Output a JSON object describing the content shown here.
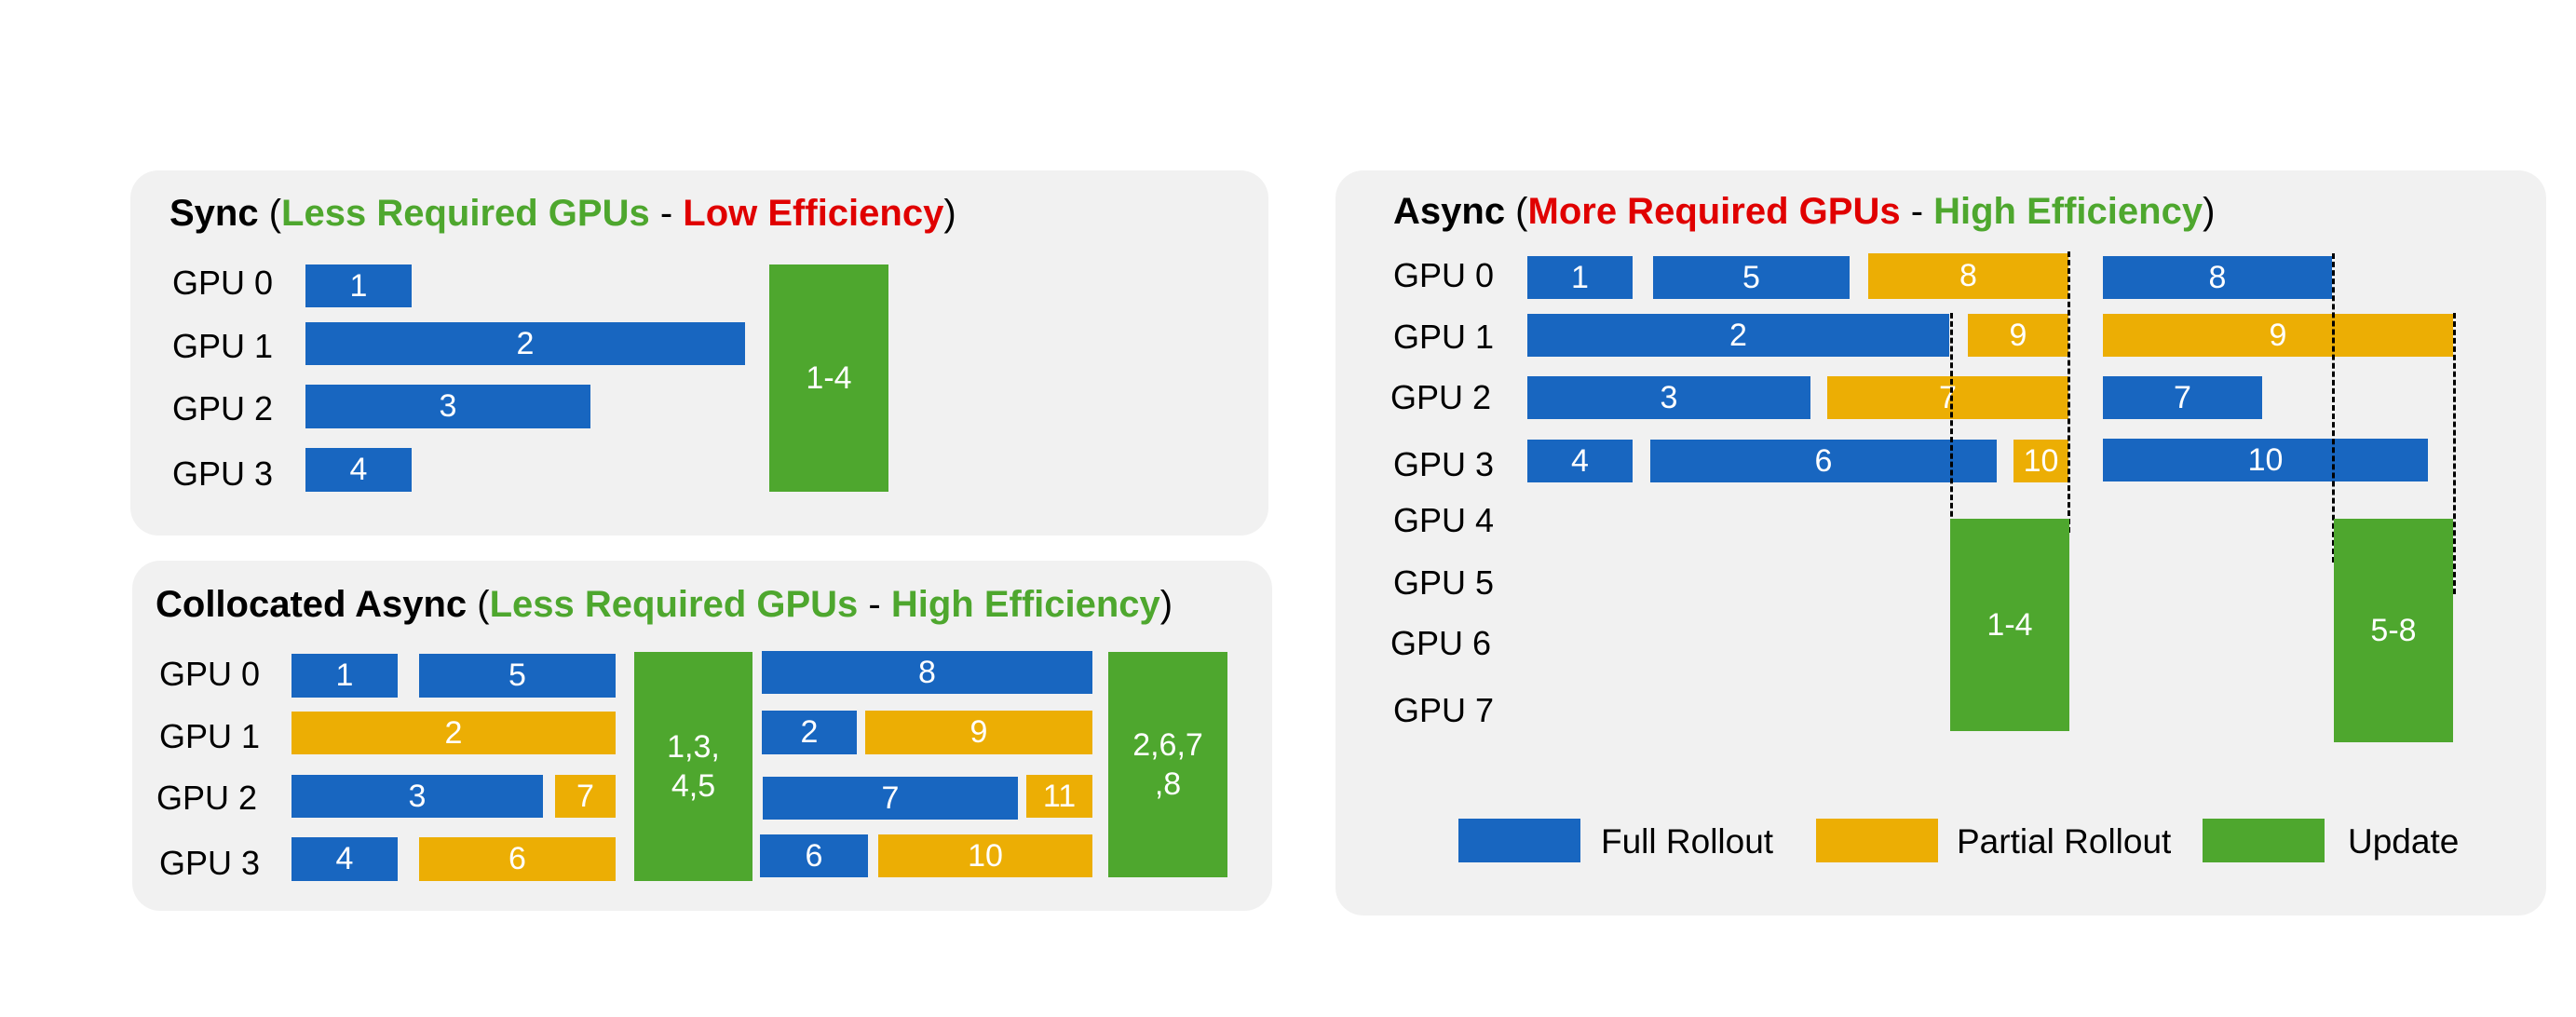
{
  "panels": {
    "sync": {
      "name": "Sync",
      "less_gpus": "Less Required GPUs",
      "sep": " - ",
      "efficiency": "Low Efficiency",
      "gpus": [
        "GPU 0",
        "GPU 1",
        "GPU 2",
        "GPU 3"
      ],
      "blocks": [
        "1",
        "2",
        "3",
        "4"
      ],
      "update": "1-4"
    },
    "collocated": {
      "name": "Collocated Async",
      "less_gpus": "Less Required GPUs",
      "sep": " - ",
      "efficiency": "High Efficiency",
      "gpus": [
        "GPU 0",
        "GPU 1",
        "GPU 2",
        "GPU 3"
      ],
      "blocks": [
        "1",
        "5",
        "2",
        "3",
        "7",
        "4",
        "6",
        "8",
        "2",
        "9",
        "7",
        "11",
        "6",
        "10"
      ],
      "updates": [
        "1,3,\n4,5",
        "2,6,7\n,8"
      ]
    },
    "async": {
      "name": "Async",
      "more_gpus": "More Required GPUs",
      "sep": " - ",
      "efficiency": "High Efficiency",
      "gpus": [
        "GPU 0",
        "GPU 1",
        "GPU 2",
        "GPU 3",
        "GPU 4",
        "GPU 5",
        "GPU 6",
        "GPU 7"
      ],
      "blocks": [
        "1",
        "5",
        "8",
        "2",
        "9",
        "3",
        "7",
        "4",
        "6",
        "10",
        "8",
        "9",
        "7",
        "10"
      ],
      "updates": [
        "1-4",
        "5-8"
      ]
    }
  },
  "legend": {
    "full": "Full Rollout",
    "partial": "Partial Rollout",
    "update": "Update"
  },
  "colors": {
    "full_rollout": "#1866c0",
    "partial_rollout": "#ecae04",
    "update": "#4ea72e",
    "panel_bg": "#f1f1f1",
    "good": "#4ea72e",
    "bad": "#e00000"
  }
}
